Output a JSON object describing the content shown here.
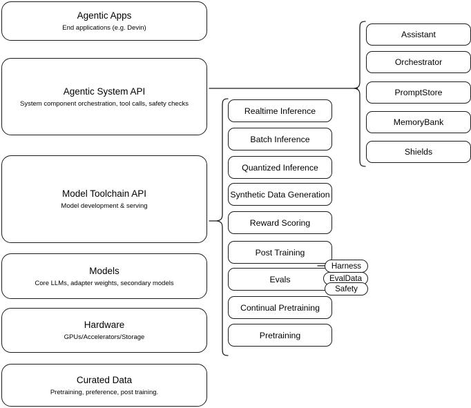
{
  "diagram": {
    "type": "layered-stack-diagram",
    "background_color": "#ffffff",
    "stroke_color": "#1a1a1a"
  },
  "stack": {
    "name": "platform-layers",
    "layers": [
      {
        "id": "agentic-apps",
        "title": "Agentic Apps",
        "subtitle": "End applications (e.g. Devin)"
      },
      {
        "id": "agentic-system-api",
        "title": "Agentic System API",
        "subtitle": "System component orchestration, tool calls, safety checks"
      },
      {
        "id": "model-toolchain-api",
        "title": "Model Toolchain API",
        "subtitle": "Model development & serving"
      },
      {
        "id": "models",
        "title": "Models",
        "subtitle": "Core LLMs, adapter weights, secondary models"
      },
      {
        "id": "hardware",
        "title": "Hardware",
        "subtitle": "GPUs/Accelerators/Storage"
      },
      {
        "id": "curated-data",
        "title": "Curated Data",
        "subtitle": "Pretraining, preference, post training."
      }
    ]
  },
  "toolchain_capabilities": {
    "name": "model-toolchain-api-capabilities",
    "parent": "Model Toolchain API",
    "items": [
      {
        "id": "realtime-inference",
        "label": "Realtime Inference"
      },
      {
        "id": "batch-inference",
        "label": "Batch Inference"
      },
      {
        "id": "quantized-inference",
        "label": "Quantized Inference"
      },
      {
        "id": "synthetic-data-generation",
        "label": "Synthetic Data Generation"
      },
      {
        "id": "reward-scoring",
        "label": "Reward Scoring"
      },
      {
        "id": "post-training",
        "label": "Post Training"
      },
      {
        "id": "evals",
        "label": "Evals"
      },
      {
        "id": "continual-pretraining",
        "label": "Continual Pretraining"
      },
      {
        "id": "pretraining",
        "label": "Pretraining"
      }
    ]
  },
  "evals_badges": {
    "name": "evals-subcomponents",
    "parent": "Evals",
    "items": [
      {
        "id": "harness",
        "label": "Harness"
      },
      {
        "id": "evaldata",
        "label": "EvalData"
      },
      {
        "id": "safety",
        "label": "Safety"
      }
    ]
  },
  "system_components": {
    "name": "agentic-system-api-components",
    "parent": "Agentic System API",
    "items": [
      {
        "id": "assistant",
        "label": "Assistant"
      },
      {
        "id": "orchestrator",
        "label": "Orchestrator"
      },
      {
        "id": "promptstore",
        "label": "PromptStore"
      },
      {
        "id": "memorybank",
        "label": "MemoryBank"
      },
      {
        "id": "shields",
        "label": "Shields"
      }
    ]
  }
}
